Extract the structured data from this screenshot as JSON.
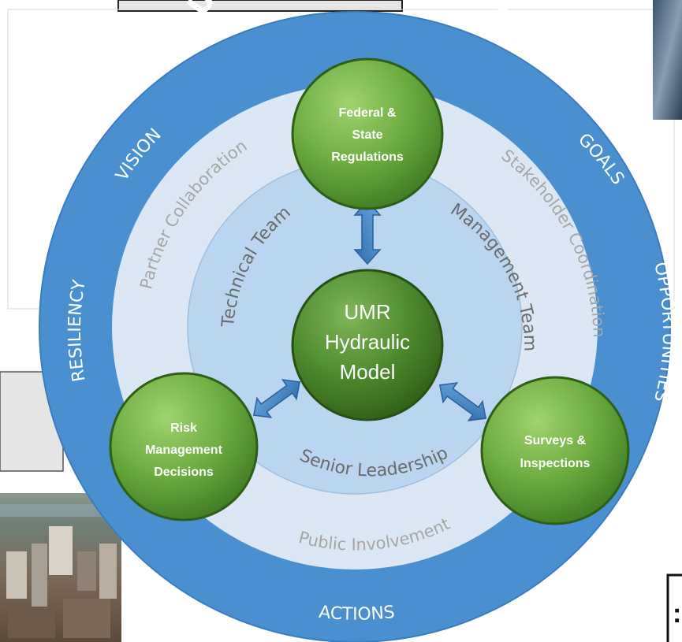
{
  "title": "UMR Watershed Plan",
  "outer_ring": {
    "labels": [
      "VISION",
      "GOALS",
      "OPPORTUNITIES",
      "ACTIONS",
      "RESILIENCY"
    ]
  },
  "middle_ring": {
    "labels": [
      "Partner Collaboration",
      "Stakeholder Coordination",
      "Public Involvement"
    ]
  },
  "inner_ring": {
    "labels": [
      "Technical Team",
      "Management Team",
      "Senior Leadership"
    ]
  },
  "center": {
    "lines": [
      "UMR",
      "Hydraulic",
      "Model"
    ]
  },
  "nodes": {
    "top": {
      "lines": [
        "Federal &",
        "State",
        "Regulations"
      ]
    },
    "left": {
      "lines": [
        "Risk",
        "Management",
        "Decisions"
      ]
    },
    "right": {
      "lines": [
        "Surveys &",
        "Inspections"
      ]
    }
  },
  "bottom_right_glyph": ":",
  "colors": {
    "outer_ring": "#4a90d0",
    "middle_ring": "#dbe7f4",
    "inner_ring": "#b8d4ee",
    "green_node": "#6fae45",
    "center_node": "#4e8a2f",
    "arrow": "#3f7fc2",
    "gray_text": "#a6a6a6"
  }
}
